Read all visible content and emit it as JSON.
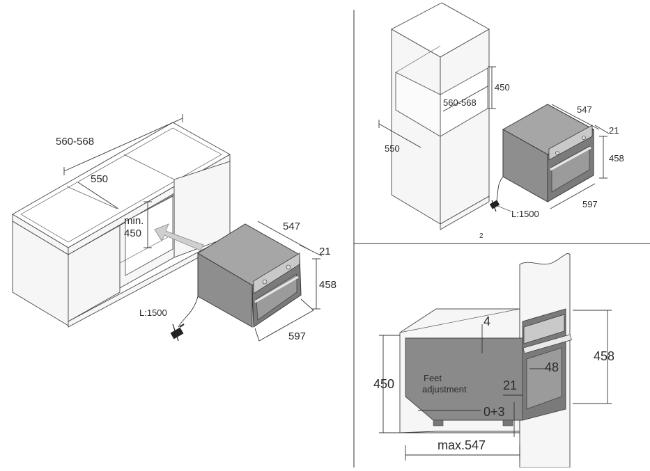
{
  "panel_left": {
    "width_range": "560-568",
    "depth": "550",
    "height_min_label": "min.",
    "height_min_value": "450",
    "oven_depth": "547",
    "oven_offset": "21",
    "oven_height": "458",
    "oven_width": "597",
    "cable_length": "L:1500"
  },
  "panel_top_right": {
    "niche_height": "450",
    "width_range": "560-568",
    "depth": "550",
    "oven_depth": "547",
    "oven_offset": "21",
    "oven_height": "458",
    "oven_width": "597",
    "cable_length": "L:1500",
    "page_number": "2"
  },
  "panel_bottom_right": {
    "top_gap": "4",
    "niche_height": "450",
    "feet_label_line1": "Feet",
    "feet_label_line2": "adjustment",
    "front_offset": "21",
    "feet_range": "0+3",
    "handle_depth": "48",
    "oven_height": "458",
    "max_depth": "max.547"
  }
}
